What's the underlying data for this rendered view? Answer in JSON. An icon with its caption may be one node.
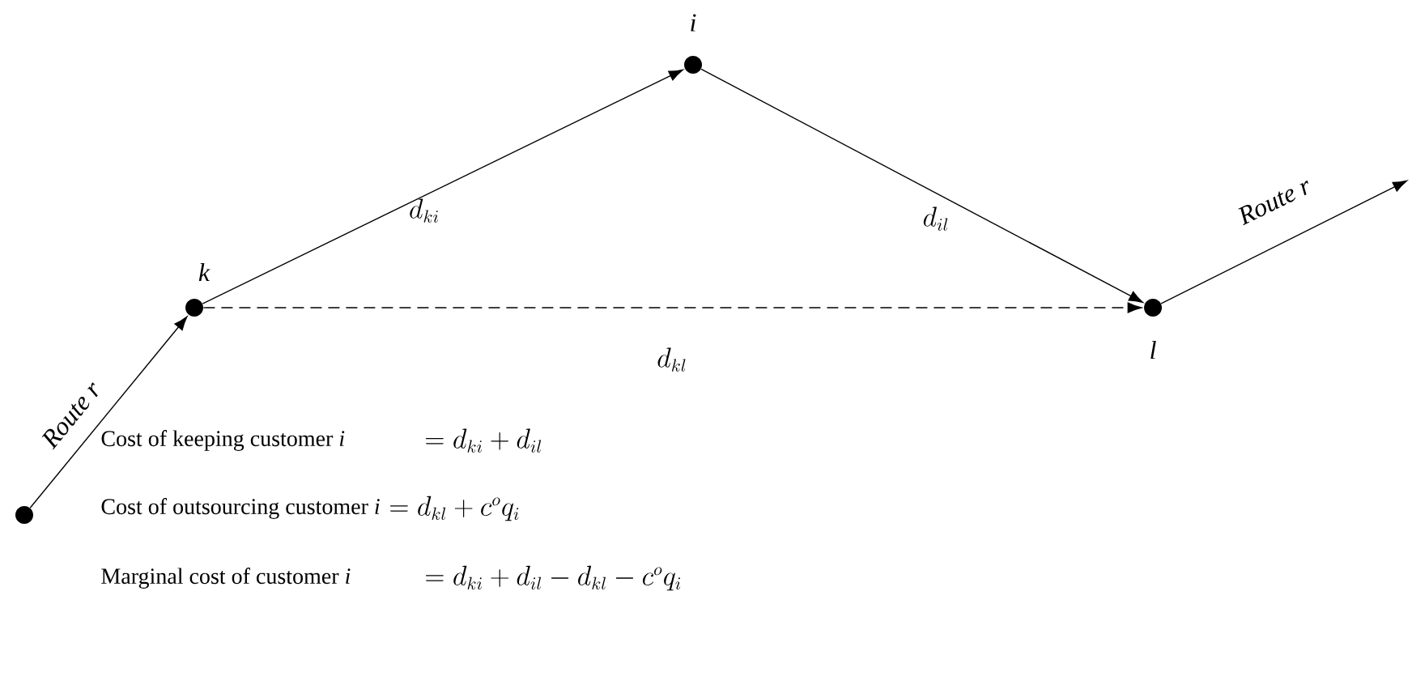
{
  "diagram": {
    "nodes": [
      {
        "text": [],
        "shape": "circle"
      },
      {
        "text": [],
        "shape": "circle",
        "beside": [
          "k"
        ]
      },
      {
        "text": [],
        "shape": "circle",
        "beside": [
          "i"
        ]
      },
      {
        "text": [],
        "shape": "circle",
        "beside": [
          "l"
        ]
      }
    ],
    "edges": [
      {
        "from": 0,
        "to": 1,
        "arrow": "to",
        "label": "Route r"
      },
      {
        "from": 1,
        "to": 2,
        "arrow": "to",
        "label": "d_{ki}"
      },
      {
        "from": 2,
        "to": 3,
        "arrow": "to",
        "label": "d_{il}"
      },
      {
        "from": 1,
        "to": 3,
        "arrow": "to",
        "label": "d_{kl}",
        "style": "dashed"
      },
      {
        "from": 3,
        "to": null,
        "arrow": "to",
        "label": "Route r"
      }
    ],
    "labels": [
      "Cost of keeping customer *i*",
      "= d_{ki} + d_{il}",
      "Cost of outsourcing customer *i*",
      "= d_{kl} + c^{o} q_{i}",
      "Marginal cost of customer *i*",
      "= d_{ki} + d_{il} - d_{kl} - c^{o} q_{i}"
    ]
  }
}
